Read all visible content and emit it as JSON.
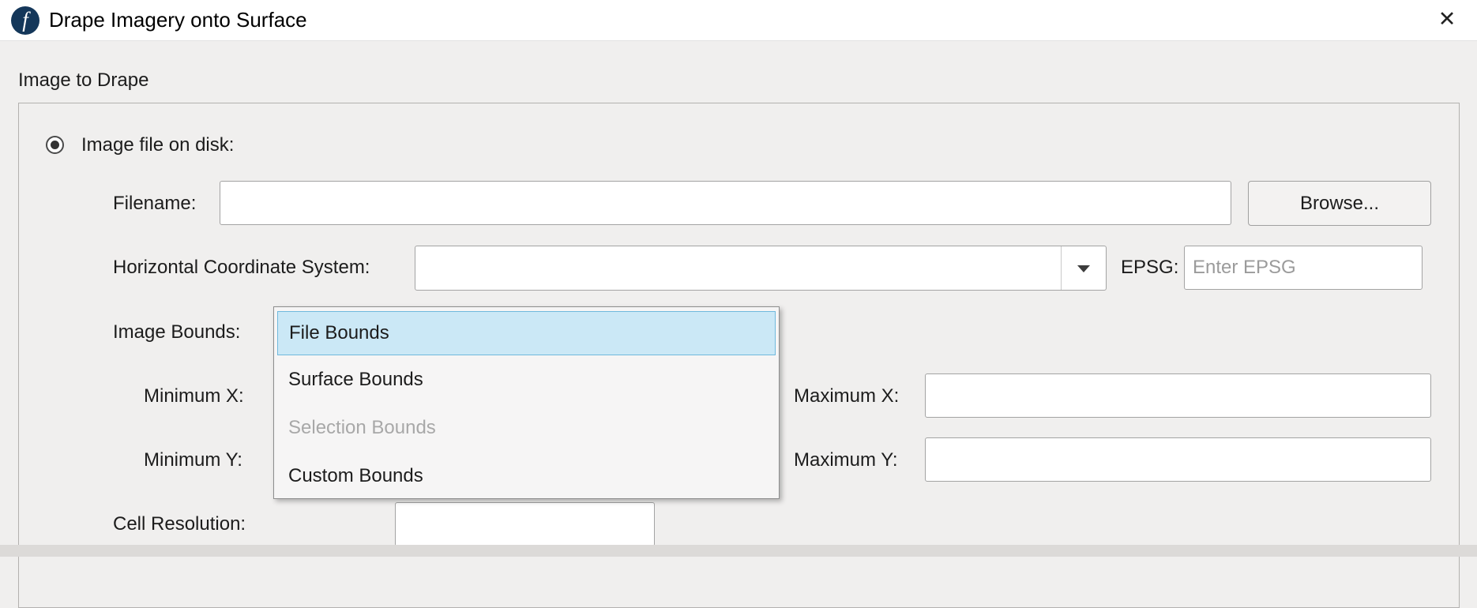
{
  "window": {
    "title": "Drape Imagery onto Surface",
    "icon_letter": "f",
    "close_glyph": "✕"
  },
  "group": {
    "title": "Image to Drape"
  },
  "fields": {
    "radio_label": "Image file on disk:",
    "radio_selected": true,
    "filename_label": "Filename:",
    "filename_value": "",
    "browse_label": "Browse...",
    "hcs_label": "Horizontal Coordinate System:",
    "hcs_value": "",
    "epsg_label": "EPSG:",
    "epsg_value": "",
    "epsg_placeholder": "Enter EPSG",
    "image_bounds_label": "Image Bounds:",
    "min_x_label": "Minimum X:",
    "min_x_value": "",
    "max_x_label": "Maximum X:",
    "max_x_value": "",
    "min_y_label": "Minimum Y:",
    "min_y_value": "",
    "max_y_label": "Maximum Y:",
    "max_y_value": "",
    "cell_resolution_label": "Cell Resolution:",
    "cell_resolution_value": ""
  },
  "dropdown": {
    "options": [
      {
        "label": "File Bounds",
        "state": "highlighted"
      },
      {
        "label": "Surface Bounds",
        "state": "enabled"
      },
      {
        "label": "Selection Bounds",
        "state": "disabled"
      },
      {
        "label": "Custom Bounds",
        "state": "enabled"
      }
    ]
  },
  "colors": {
    "highlight_bg": "#cbe8f6",
    "highlight_border": "#70b9dd",
    "icon_bg": "#14375a",
    "dialog_bg": "#f0efee",
    "titlebar_bg": "#ffffff",
    "disabled_text": "#a8a8a8"
  }
}
